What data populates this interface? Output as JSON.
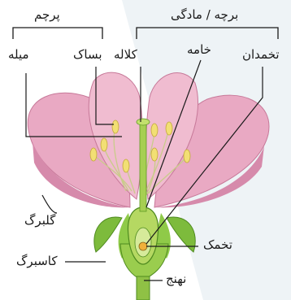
{
  "labels": {
    "stamen_group": "پرچم",
    "pistil_group": "برچه / مادگی",
    "filament": "میله",
    "anther": "بساک",
    "stigma": "کلاله",
    "style": "خامه",
    "ovary": "تخمدان",
    "petal": "گلبرگ",
    "sepal": "کاسبرگ",
    "ovule": "تخمک",
    "receptacle": "نهنج"
  },
  "colors": {
    "petal": "#e9a9c3",
    "petal_dark": "#d68aab",
    "sepal": "#7dbb3c",
    "pistil": "#a6cf52",
    "anther": "#f2df74",
    "line": "#1a1a1a"
  }
}
